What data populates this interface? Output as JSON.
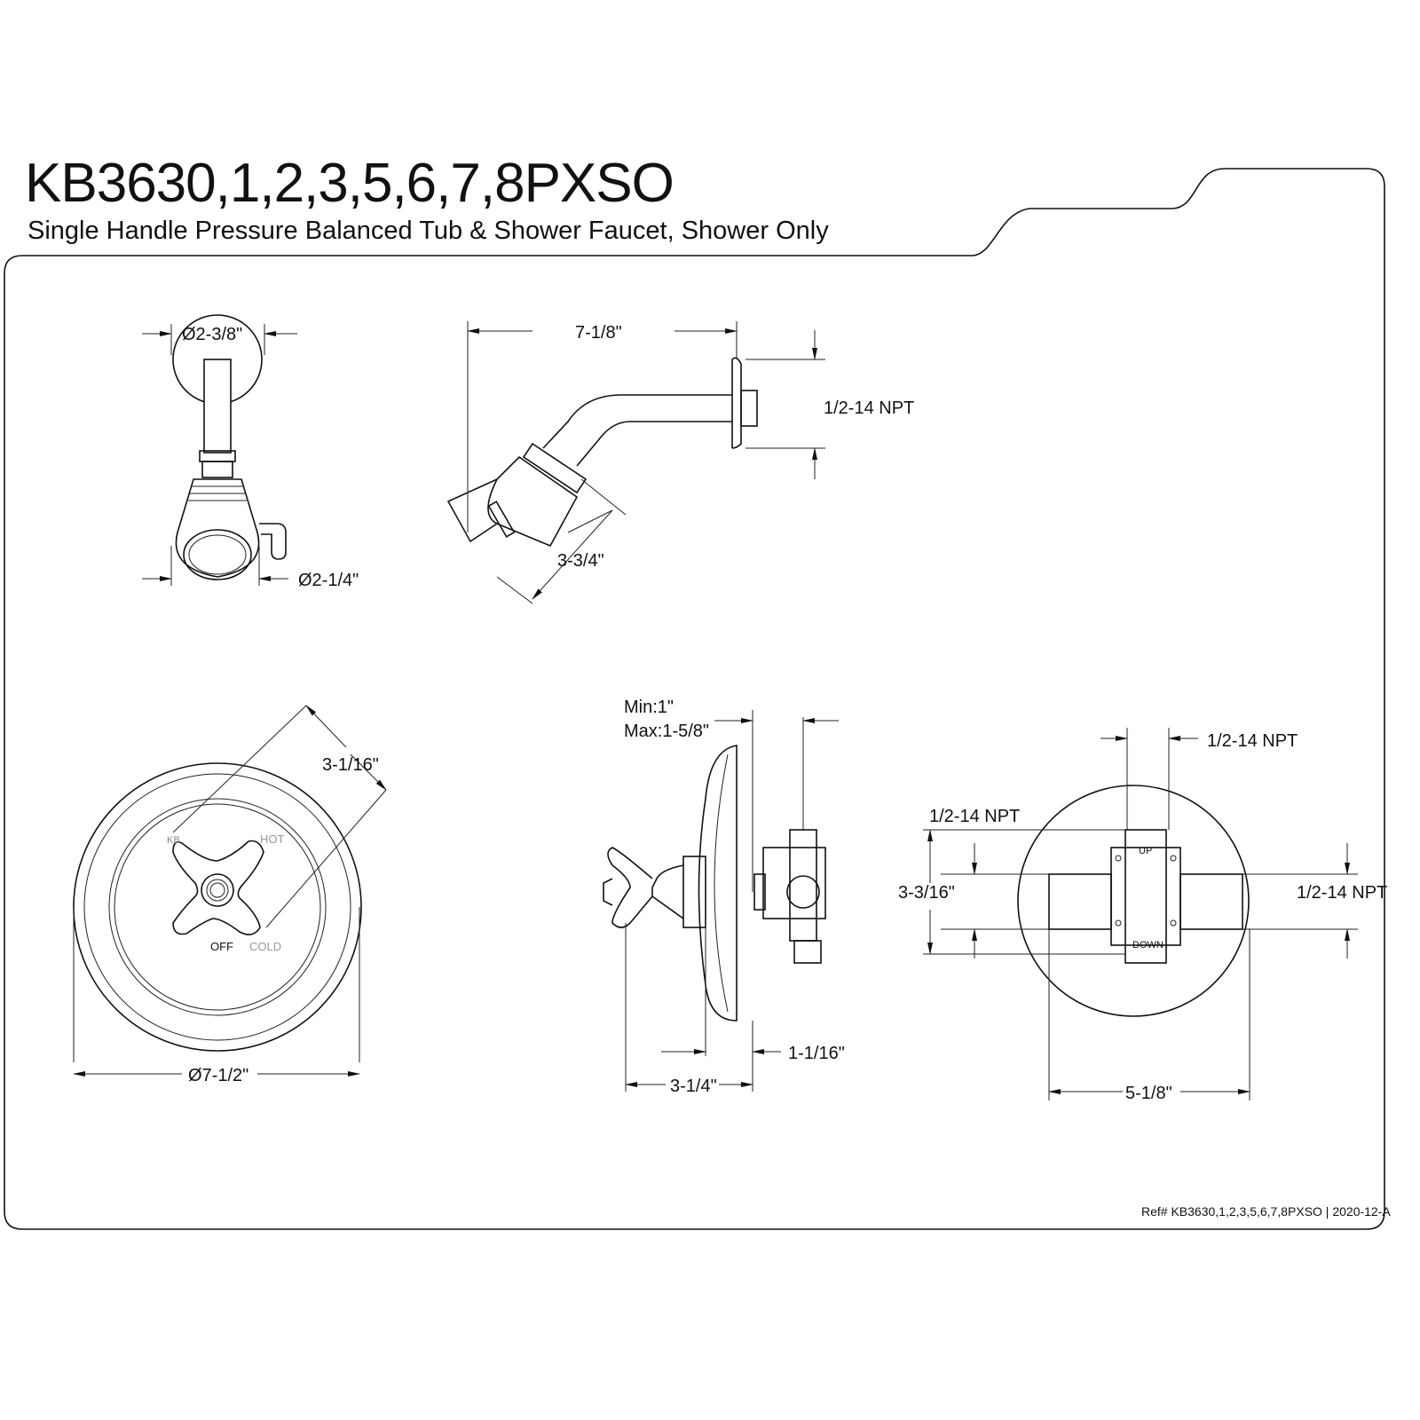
{
  "header": {
    "model": "KB3630,1,2,3,5,6,7,8PXSO",
    "description": "Single Handle Pressure Balanced Tub & Shower Faucet, Shower Only"
  },
  "showerhead_front": {
    "flange_dia": "Ø2-3/8\"",
    "head_dia": "Ø2-1/4\""
  },
  "showerhead_side": {
    "arm_length": "7-1/8\"",
    "thread": "1/2-14 NPT",
    "head_length": "3-3/4\""
  },
  "trim_front": {
    "radius_dim": "3-1/16\"",
    "plate_dia": "Ø7-1/2\"",
    "logo": "KB",
    "hot": "HOT",
    "off": "OFF",
    "cold": "COLD"
  },
  "valve_side": {
    "min": "Min:1\"",
    "max": "Max:1-5/8\"",
    "plate_depth": "1-1/16\"",
    "total_depth": "3-1/4\""
  },
  "rough_in": {
    "top_port": "1/2-14 NPT",
    "left_port": "1/2-14 NPT",
    "right_port": "1/2-14 NPT",
    "height": "3-3/16\"",
    "width": "5-1/8\"",
    "up": "UP",
    "down": "DOWN"
  },
  "footer": {
    "ref": "Ref# KB3630,1,2,3,5,6,7,8PXSO | 2020-12-A"
  }
}
